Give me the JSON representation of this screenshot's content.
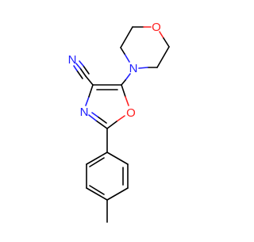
{
  "molecule": {
    "atoms": {
      "N_nitrile": "N",
      "N_oxazole": "N",
      "O_oxazole": "O",
      "N_morpholine": "N",
      "O_morpholine": "O"
    },
    "colors": {
      "carbon_bond": "#000000",
      "nitrogen": "#2020ff",
      "oxygen": "#ff2020",
      "background": "#ffffff"
    }
  }
}
